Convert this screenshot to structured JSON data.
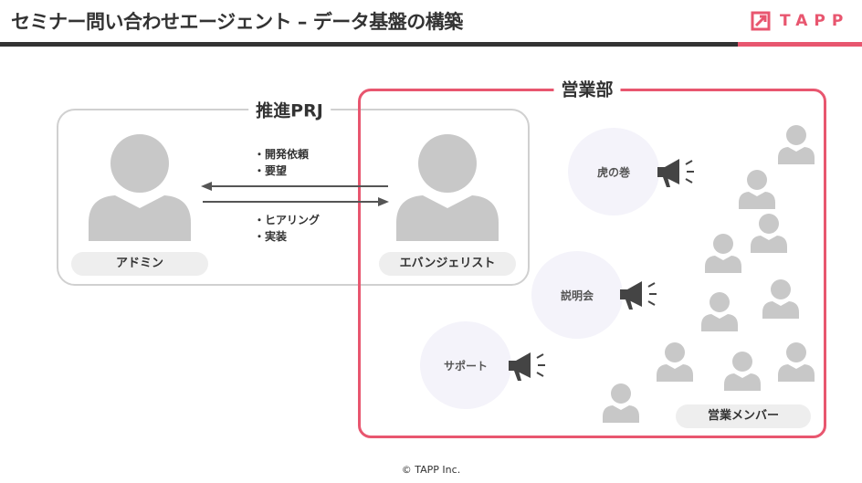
{
  "header": {
    "title": "セミナー問い合わせエージェント – データ基盤の構築",
    "logo_text": "TAPP"
  },
  "prj": {
    "label": "推進PRJ",
    "admin": "アドミン",
    "evangelist": "エバンジェリスト",
    "requests": [
      "・開発依頼",
      "・要望"
    ],
    "responses": [
      "・ヒアリング",
      "・実装"
    ]
  },
  "sales": {
    "label": "営業部",
    "channels": [
      "虎の巻",
      "説明会",
      "サポート"
    ],
    "members_label": "営業メンバー"
  },
  "colors": {
    "accent": "#e8566f",
    "dark": "#333333",
    "person": "#c8c8c8"
  },
  "footer": {
    "copyright": "© TAPP Inc."
  }
}
